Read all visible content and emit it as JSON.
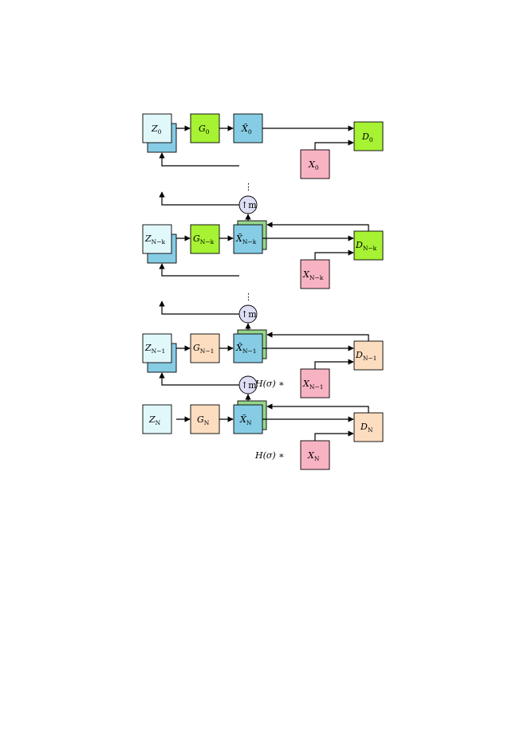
{
  "colors": {
    "z_front": "#E1F8FA",
    "z_back": "#86CCE4",
    "gen_coarse": "#A6F233",
    "gen_fine": "#FDDDC0",
    "xhat": "#86CCE4",
    "xhat_stack": "#96D68C",
    "x_real": "#F8B3C3",
    "disc_coarse": "#A6F233",
    "disc_fine": "#FDDDC0",
    "upsample": "#DEDFF4"
  },
  "labels": {
    "r0": {
      "z": "Z",
      "z_sub": "0",
      "g": "G",
      "g_sub": "0",
      "xh": "X̃",
      "xh_sub": "0",
      "d": "D",
      "d_sub": "0",
      "x": "X",
      "x_sub": "0"
    },
    "rk": {
      "z": "Z",
      "z_sub": "N−k",
      "g": "G",
      "g_sub": "N−k",
      "xh": "X̃",
      "xh_sub": "N−k",
      "d": "D",
      "d_sub": "N−k",
      "x": "X",
      "x_sub": "N−k"
    },
    "r1": {
      "z": "Z",
      "z_sub": "N−1",
      "g": "G",
      "g_sub": "N−1",
      "xh": "X̃",
      "xh_sub": "N−1",
      "d": "D",
      "d_sub": "N−1",
      "x": "X",
      "x_sub": "N−1",
      "h": "H(σ) ∗"
    },
    "rN": {
      "z": "Z",
      "z_sub": "N",
      "g": "G",
      "g_sub": "N",
      "xh": "X̃",
      "xh_sub": "N",
      "d": "D",
      "d_sub": "N",
      "x": "X",
      "x_sub": "N",
      "h": "H(σ) ∗"
    },
    "upsample": "↑m",
    "ellipsis": "⋮"
  }
}
